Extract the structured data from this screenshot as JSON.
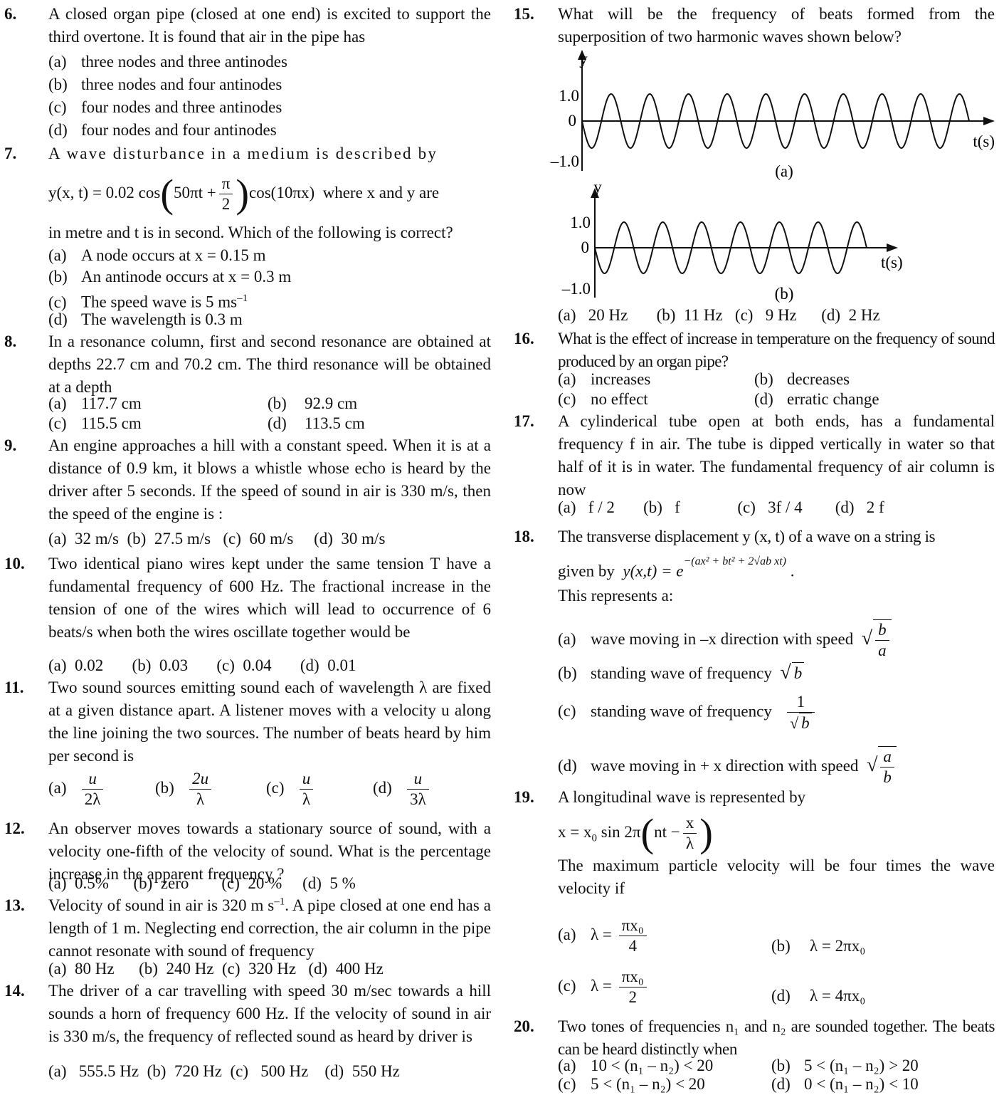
{
  "left": {
    "q6": {
      "num": "6.",
      "text": "A closed organ pipe (closed at one end) is excited to support the third overtone. It is found that air in the pipe has",
      "options": [
        "(a)",
        "three nodes and three antinodes",
        "(b)",
        "three nodes and four antinodes",
        "(c)",
        "four nodes and three antinodes",
        "(d)",
        "four nodes and four antinodes"
      ]
    },
    "q7": {
      "num": "7.",
      "text1": "A wave disturbance in a medium is described by",
      "eq_left": "y(x, t) = 0.02 cos",
      "eq_inner": "50πt +",
      "eq_num": "π",
      "eq_den": "2",
      "eq_right": "cos(10πx)",
      "eq_tail": "where x and y are",
      "text2": "in metre and t is in second. Which of the following is correct?",
      "options": [
        "(a)",
        "A node occurs at x = 0.15 m",
        "(b)",
        "An antinode occurs at x = 0.3 m",
        "(c)",
        "The speed wave is 5 ms",
        "(d)",
        "The wavelength is 0.3 m"
      ],
      "sup": "–1"
    },
    "q8": {
      "num": "8.",
      "text": "In a resonance column, first and second resonance are obtained at depths 22.7 cm and 70.2 cm. The third resonance will be obtained at a depth",
      "options": [
        "(a)",
        "117.7 cm",
        "(b)",
        "92.9 cm",
        "(c)",
        "115.5 cm",
        "(d)",
        "113.5 cm"
      ]
    },
    "q9": {
      "num": "9.",
      "text": "An engine approaches a hill with a constant speed. When it is at a distance of 0.9 km, it blows a whistle whose echo is heard by the driver after 5 seconds. If the speed of sound in air is 330 m/s, then the speed of the engine is :",
      "options": [
        "(a)",
        "32 m/s",
        "(b)",
        "27.5 m/s",
        "(c)",
        "60 m/s",
        "(d)",
        "30 m/s"
      ]
    },
    "q10": {
      "num": "10.",
      "text": "Two identical piano wires kept under the same tension T have a fundamental frequency of 600 Hz. The fractional increase in the tension of one of the wires which will lead to occurrence of 6 beats/s when both the wires oscillate together would be",
      "options": [
        "(a)",
        "0.02",
        "(b)",
        "0.03",
        "(c)",
        "0.04",
        "(d)",
        "0.01"
      ]
    },
    "q11": {
      "num": "11.",
      "text": "Two sound sources emitting sound each of wavelength λ are fixed at a given distance apart. A listener moves with a velocity u along the line joining the two sources. The number of beats heard by him per second is",
      "options": [
        "(a)",
        "u",
        "2λ",
        "(b)",
        "2u",
        "λ",
        "(c)",
        "u",
        "λ",
        "(d)",
        "u",
        "3λ"
      ]
    },
    "q12": {
      "num": "12.",
      "text": "An observer moves towards a stationary source of sound, with a velocity one-fifth of the velocity of sound. What is the percentage increase in the apparent frequency ?",
      "options": [
        "(a)",
        "0.5%",
        "(b)",
        "zero",
        "(c)",
        "20 %",
        "(d)",
        "5 %"
      ]
    },
    "q13": {
      "num": "13.",
      "text_a": "Velocity of sound in air is 320 m s",
      "sup": "–1",
      "text_b": ". A pipe closed at one end has a length of 1 m. Neglecting end correction, the air column in the pipe cannot resonate with sound of frequency",
      "options": [
        "(a)",
        "80 Hz",
        "(b)",
        "240 Hz",
        "(c)",
        "320 Hz",
        "(d)",
        "400 Hz"
      ]
    },
    "q14": {
      "num": "14.",
      "text": "The driver of a car travelling with speed 30 m/sec towards a hill sounds a horn of frequency 600 Hz. If the velocity of sound in air is 330 m/s, the frequency of reflected sound as heard by driver is",
      "options": [
        "(a)",
        "555.5 Hz",
        "(b)",
        "720 Hz",
        "(c)",
        "500 Hz",
        "(d)",
        "550 Hz"
      ]
    }
  },
  "right": {
    "q15": {
      "num": "15.",
      "text": "What will be the frequency of beats formed from the superposition of two harmonic waves shown below?",
      "graph_a": {
        "y_axis": "y",
        "t_axis": "t(s)",
        "ticks": [
          "1.0",
          "0",
          "–1.0"
        ],
        "caption": "(a)",
        "cycles": 10
      },
      "graph_b": {
        "y_axis": "y",
        "t_axis": "t(s)",
        "ticks": [
          "1.0",
          "0",
          "–1.0"
        ],
        "caption": "(b)",
        "cycles": 7
      },
      "options": [
        "(a)",
        "20 Hz",
        "(b)",
        "11 Hz",
        "(c)",
        "9 Hz",
        "(d)",
        "2 Hz"
      ]
    },
    "q16": {
      "num": "16.",
      "text": "What is the effect of increase in temperature on the frequency of sound produced by an organ pipe?",
      "options": [
        "(a)",
        "increases",
        "(b)",
        "decreases",
        "(c)",
        "no effect",
        "(d)",
        "erratic change"
      ]
    },
    "q17": {
      "num": "17.",
      "text": "A cylinderical tube open at both ends, has a fundamental frequency f in air. The tube is dipped vertically in water so that half of it is in water. The fundamental frequency of air column is now",
      "options": [
        "(a)",
        "f / 2",
        "(b)",
        "f",
        "(c)",
        "3f / 4",
        "(d)",
        "2 f"
      ]
    },
    "q18": {
      "num": "18.",
      "text1": "The transverse displacement y (x, t) of a wave on a string is",
      "given": "given by",
      "eq": "y(x,t) = e",
      "exp": "−(ax² + bt² + 2√ab xt)",
      "dot": ".",
      "text2": "This represents a:",
      "options": [
        "(a)",
        "wave moving in –x direction with speed",
        "b",
        "a",
        "(b)",
        "standing wave of frequency",
        "b",
        "(c)",
        "standing wave of frequency",
        "1",
        "b",
        "(d)",
        "wave moving in + x direction with speed",
        "a",
        "b"
      ]
    },
    "q19": {
      "num": "19.",
      "text1": "A longitudinal wave is represented by",
      "eq_a": "x = x",
      "eq_sub": "0",
      "eq_b": "sin 2π",
      "eq_inner": "nt −",
      "eq_num": "x",
      "eq_den": "λ",
      "text2": "The maximum particle velocity will be four times the wave velocity if",
      "options": [
        "(a)",
        "λ =",
        "πx₀",
        "4",
        "(b)",
        "λ = 2πx₀",
        "(c)",
        "λ =",
        "πx₀",
        "2",
        "(d)",
        "λ = 4πx₀"
      ]
    },
    "q20": {
      "num": "20.",
      "text": "Two tones of frequencies n₁ and n₂ are sounded together. The beats can be heard distinctly when",
      "options": [
        "(a)",
        "10 < (n₁ – n₂) < 20",
        "(b)",
        "5 < (n₁ – n₂) > 20",
        "(c)",
        "5 < (n₁ – n₂) < 20",
        "(d)",
        "0 < (n₁ – n₂) < 10"
      ]
    }
  }
}
